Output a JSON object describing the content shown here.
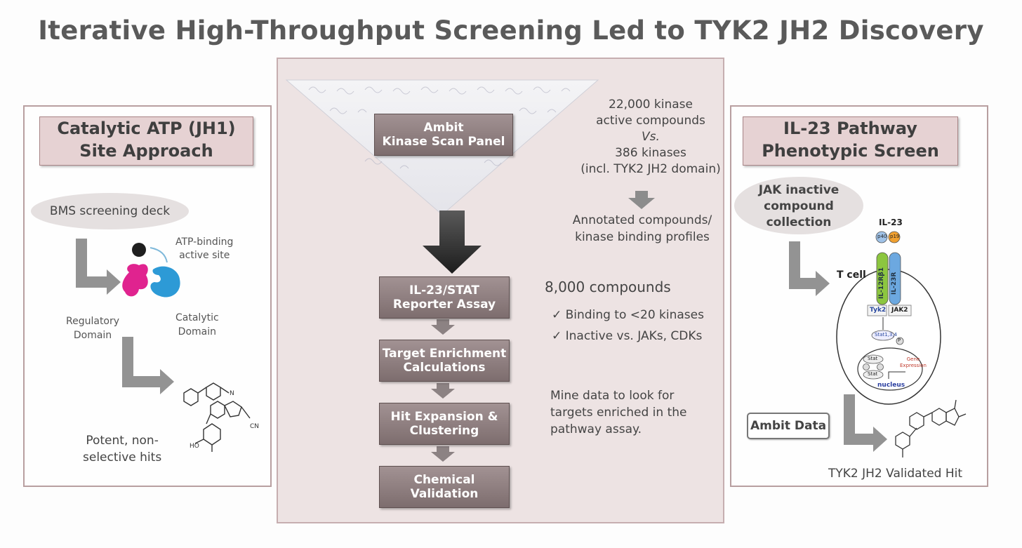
{
  "title": "Iterative High-Throughput Screening Led to TYK2 JH2 Discovery",
  "left": {
    "header": [
      "Catalytic ATP (JH1)",
      "Site Approach"
    ],
    "deck": "BMS screening deck",
    "atp_site": [
      "ATP-binding",
      "active site"
    ],
    "regulatory": [
      "Regulatory",
      "Domain"
    ],
    "catalytic": [
      "Catalytic",
      "Domain"
    ],
    "hits": [
      "Potent, non-",
      "selective hits"
    ],
    "mol_labels": [
      "N",
      "HO",
      "CN"
    ]
  },
  "center": {
    "ambit": [
      "Ambit",
      "Kinase Scan Panel"
    ],
    "compounds": [
      "22,000 kinase",
      "active compounds",
      "Vs.",
      "386 kinases",
      "(incl. TYK2 JH2 domain)"
    ],
    "annotated": [
      "Annotated compounds/",
      "kinase binding profiles"
    ],
    "steps": [
      [
        "IL-23/STAT",
        "Reporter Assay"
      ],
      [
        "Target Enrichment",
        "Calculations"
      ],
      [
        "Hit Expansion &",
        "Clustering"
      ],
      [
        "Chemical",
        "Validation"
      ]
    ],
    "count": "8,000 compounds",
    "criteria": [
      "✓ Binding to <20 kinases",
      "✓ Inactive vs. JAKs, CDKs"
    ],
    "mine": [
      "Mine data to look for",
      "targets enriched in the",
      "pathway assay."
    ]
  },
  "right": {
    "header": [
      "IL-23 Pathway",
      "Phenotypic Screen"
    ],
    "collection": [
      "JAK inactive",
      "compound",
      "collection"
    ],
    "il23": "IL-23",
    "subunits": [
      "p40",
      "p19"
    ],
    "tcell": "T cell",
    "receptors": [
      "IL-12Rβ1",
      "IL-23R"
    ],
    "kinases": [
      "Tyk2",
      "JAK2"
    ],
    "stat": "Stat1,3,4",
    "p": "P",
    "stat_dimer": [
      "Stat",
      "Stat"
    ],
    "gene": [
      "Gene",
      "Expression"
    ],
    "nucleus": "nucleus",
    "ambit_data": "Ambit Data",
    "validated": "TYK2 JH2 Validated Hit"
  },
  "colors": {
    "panel_border": "#b89fa0",
    "header_fill": "#e6d2d3",
    "step_fill": "#8f7f80",
    "arrow": "#8c8c8c"
  }
}
